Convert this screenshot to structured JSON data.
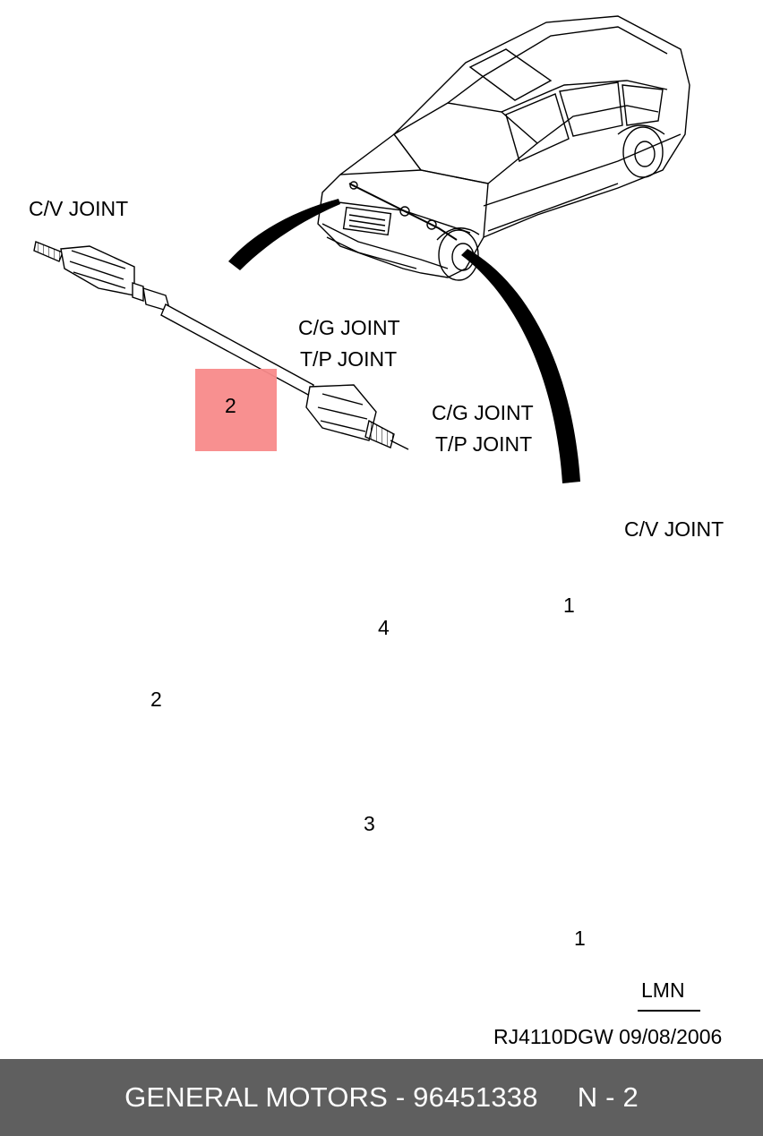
{
  "labels": {
    "cv_joint_top": "C/V JOINT",
    "cg_joint_upper": "C/G JOINT",
    "tp_joint_upper": "T/P JOINT",
    "cg_joint_lower": "C/G JOINT",
    "tp_joint_lower": "T/P JOINT",
    "cv_joint_right": "C/V JOINT"
  },
  "callouts": {
    "highlighted": "2",
    "right_shaft": "1",
    "bolt": "4",
    "left_shaft": "2",
    "intermediate_shaft": "3",
    "bottom_right_shaft": "1"
  },
  "drawing_code": "LMN",
  "reference": "RJ4110DGW  09/08/2006",
  "footer": {
    "brand_part": "GENERAL MOTORS - 96451338",
    "page": "N - 2"
  },
  "colors": {
    "highlight": "#f88a8a",
    "footer_bg": "#5f5f5f",
    "line": "#000000"
  }
}
